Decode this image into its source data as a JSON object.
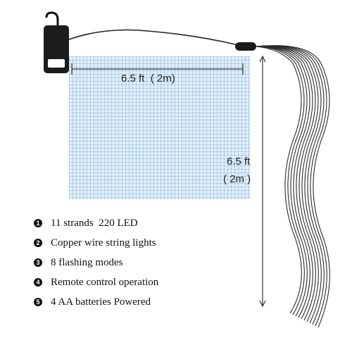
{
  "width_dimension": {
    "value": "6.5 ft",
    "metric": "( 2m)"
  },
  "height_dimension": {
    "value": "6.5 ft",
    "metric": "( 2m )"
  },
  "features": [
    {
      "number": "1",
      "text": "11 strands  220 LED"
    },
    {
      "number": "2",
      "text": "Copper wire string lights"
    },
    {
      "number": "3",
      "text": "8 flashing modes"
    },
    {
      "number": "4",
      "text": "Remote control operation"
    },
    {
      "number": "5",
      "text": "4 AA batteries Powered"
    }
  ]
}
